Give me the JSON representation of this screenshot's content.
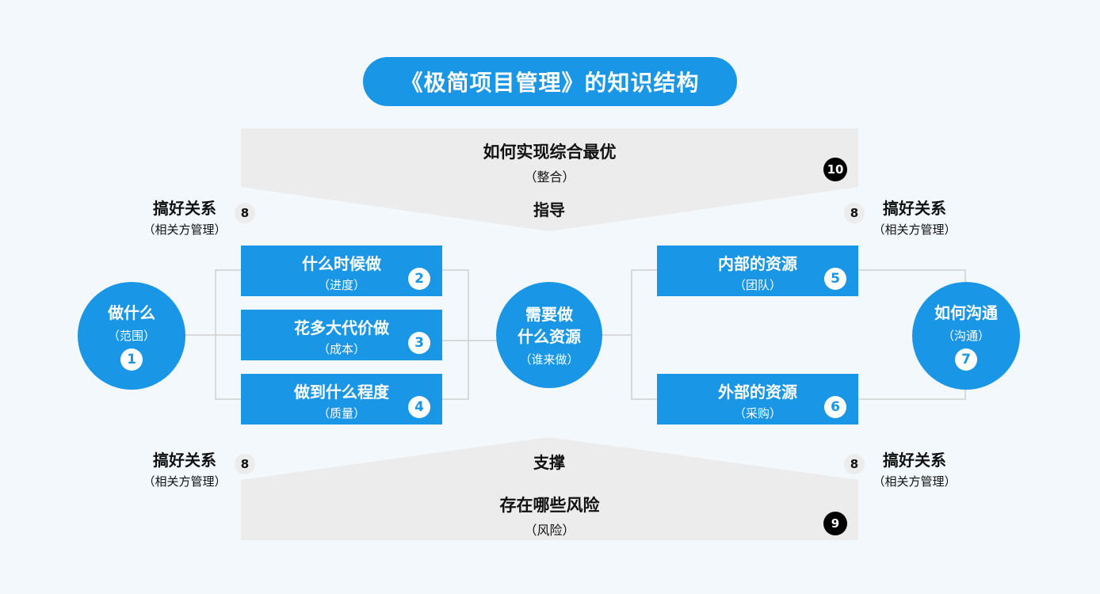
{
  "title": "《极简项目管理》的知识结构",
  "top_band": {
    "main": "如何实现综合最优",
    "sub": "（整合）",
    "number": "10"
  },
  "bottom_band": {
    "main": "存在哪些风险",
    "sub": "（风险）",
    "number": "9"
  },
  "guide_label": "指导",
  "support_label": "支撑",
  "relationship": {
    "main": "搞好关系",
    "sub": "（相关方管理）",
    "number": "8"
  },
  "left_circle": {
    "main": "做什么",
    "sub": "（范围）",
    "number": "1"
  },
  "center_circle": {
    "line1": "需要做",
    "line2": "什么资源",
    "sub": "（谁来做）"
  },
  "right_circle": {
    "main": "如何沟通",
    "sub": "（沟通）",
    "number": "7"
  },
  "left_boxes": [
    {
      "main": "什么时候做",
      "sub": "（进度）",
      "number": "2"
    },
    {
      "main": "花多大代价做",
      "sub": "（成本）",
      "number": "3"
    },
    {
      "main": "做到什么程度",
      "sub": "（质量）",
      "number": "4"
    }
  ],
  "right_boxes": [
    {
      "main": "内部的资源",
      "sub": "（团队）",
      "number": "5"
    },
    {
      "main": "外部的资源",
      "sub": "（采购）",
      "number": "6"
    }
  ],
  "colors": {
    "accent": "#1a96e6",
    "band": "#ececec",
    "background": "#f2f8fc",
    "line": "#cccccc"
  }
}
